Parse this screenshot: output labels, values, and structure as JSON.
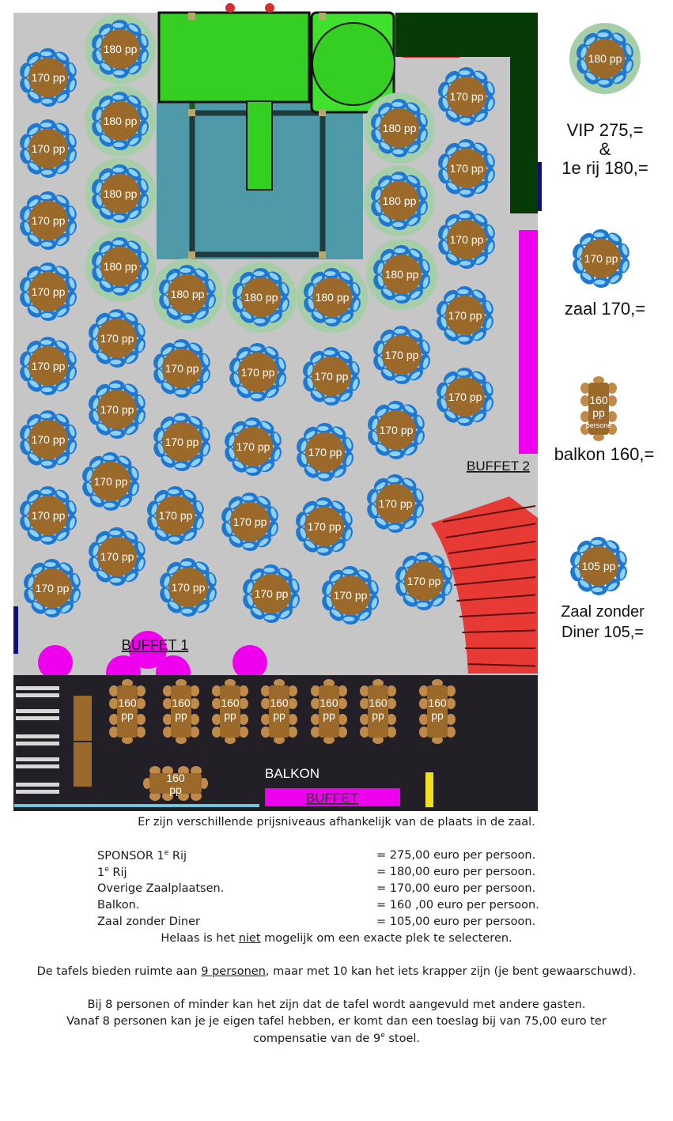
{
  "colors": {
    "floor": "#c6c6c6",
    "table_brown": "#9b6a2b",
    "chair_blue": "#1e78d2",
    "vip_halo": "#a6cfa9",
    "stage_green": "#2ecc1f",
    "pool_blue": "#4f9aa8",
    "balcony_dark": "#222026",
    "buffet_magenta": "#ee00ee",
    "stairs_red": "#e83a35",
    "dark_green": "#063b06"
  },
  "tables": {
    "vip_label": "180 pp",
    "hall_label": "170 pp",
    "balcony_label_top": "160",
    "balcony_label_bottom": "pp"
  },
  "labels": {
    "buffet1": "BUFFET 1",
    "buffet2": "BUFFET 2",
    "balkon": "BALKON",
    "balkon_buffet": "BUFFET"
  },
  "legend": {
    "vip": {
      "table_label": "180 pp",
      "line1": "VIP   275,=",
      "line2": "&",
      "line3": "1e rij 180,="
    },
    "zaal": {
      "table_label": "170 pp",
      "line1": "zaal 170,="
    },
    "balkon": {
      "table_label_top": "160",
      "table_label_mid": "pp",
      "table_label_small": "persone",
      "line1": "balkon 160,="
    },
    "zonder": {
      "table_label": "105 pp",
      "line1": "Zaal zonder",
      "line2": "Diner  105,="
    }
  },
  "info": {
    "intro": "Er zijn verschillende prijsniveaus afhankelijk van de plaats in de zaal.",
    "prices": [
      {
        "name": "SPONSOR  1",
        "sup": "e",
        "name_suffix": " Rij",
        "price": "= 275,00 euro per persoon."
      },
      {
        "name": "1",
        "sup": "e",
        "name_suffix": " Rij",
        "price": "= 180,00 euro per persoon."
      },
      {
        "name": "Overige Zaalplaatsen.",
        "sup": "",
        "name_suffix": "",
        "price": "= 170,00 euro per persoon."
      },
      {
        "name": "Balkon.",
        "sup": "",
        "name_suffix": "",
        "price": "= 160 ,00 euro per persoon."
      },
      {
        "name": "Zaal zonder Diner",
        "sup": "",
        "name_suffix": "",
        "price": "= 105,00 euro per persoon."
      }
    ],
    "select_pre": "Helaas is het ",
    "select_u": "niet",
    "select_post": " mogelijk om een exacte plek te selecteren.",
    "space_pre": "De tafels bieden ruimte aan ",
    "space_u": "9 personen",
    "space_post": ", maar met 10 kan het iets krapper zijn (je bent gewaarschuwd).",
    "para1": "Bij 8 personen of minder kan het zijn dat de tafel wordt aangevuld met andere gasten.",
    "para2": "Vanaf 8 personen kan je je eigen tafel hebben, er komt dan een toeslag bij van 75,00 euro ter",
    "para3_pre": "compensatie van de 9",
    "para3_sup": "e",
    "para3_post": " stoel."
  }
}
